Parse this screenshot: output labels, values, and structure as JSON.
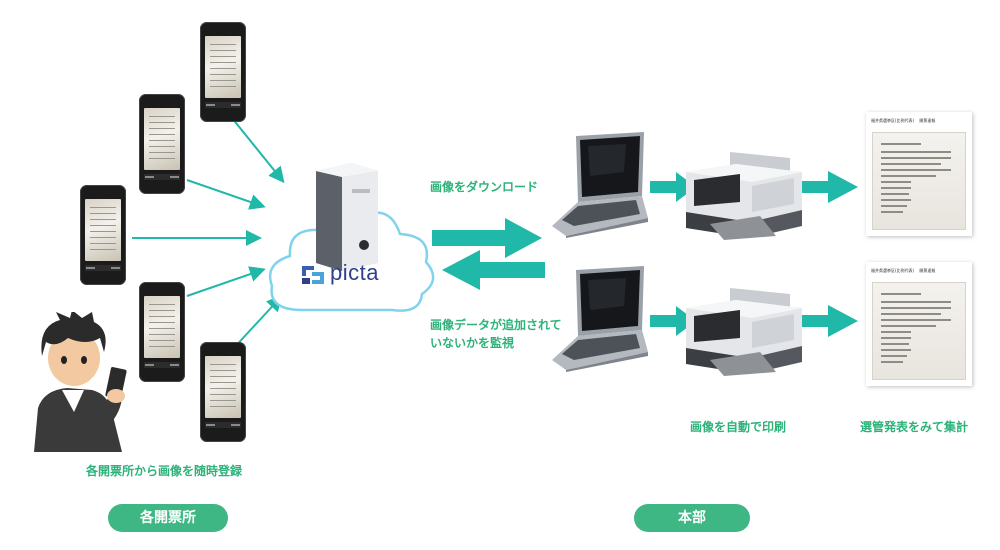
{
  "colors": {
    "accent": "#2db27a",
    "arrow": "#20b8a8",
    "pill": "#3fb785"
  },
  "icons": [
    "smartphone-icon",
    "user-with-phone-icon",
    "server-icon",
    "cloud-icon",
    "laptop-icon",
    "printer-icon",
    "document-icon"
  ],
  "picta": {
    "logo_text": "picta"
  },
  "labels": {
    "download": "画像をダウンロード",
    "monitor_line1": "画像データが追加されて",
    "monitor_line2": "いないかを監視",
    "register": "各開票所から画像を随時登録",
    "auto_print": "画像を自動で印刷",
    "tally": "選管発表をみて集計"
  },
  "pills": {
    "left": "各開票所",
    "right": "本部"
  },
  "documents": [
    {
      "header": "福井県選挙区(比例代表) 　開票速報"
    },
    {
      "header": "福井県選挙区(比例代表) 　開票速報"
    }
  ]
}
